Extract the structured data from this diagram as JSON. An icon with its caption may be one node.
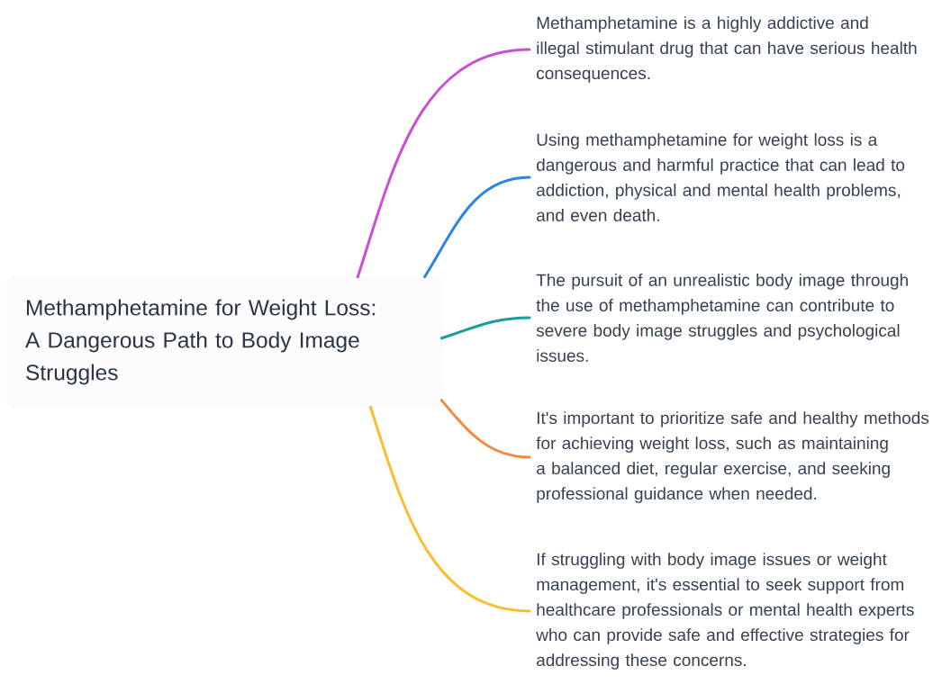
{
  "diagram": {
    "nodes": [
      {
        "text": [
          "Methamphetamine for Weight Loss: A Dangerous Path to Body Image Struggles"
        ]
      },
      {
        "text": [
          "Methamphetamine is a highly addictive and illegal stimulant drug that can have serious health consequences."
        ]
      },
      {
        "text": [
          "Using methamphetamine for weight loss is a dangerous and harmful practice that can lead to addiction, physical and mental health problems, and even death."
        ]
      },
      {
        "text": [
          "The pursuit of an unrealistic body image through the use of methamphetamine can contribute to severe body image struggles and psychological issues."
        ]
      },
      {
        "text": [
          "It's important to prioritize safe and healthy methods for achieving weight loss, such as maintaining a balanced diet, regular exercise, and seeking professional guidance when needed."
        ]
      },
      {
        "text": [
          "If struggling with body image issues or weight management, it's essential to seek support from healthcare professionals or mental health experts who can provide safe and effective strategies for addressing these concerns."
        ]
      }
    ],
    "edges": [
      {
        "from": 0,
        "to": 1,
        "arrow": "none",
        "color": "#c94fd6"
      },
      {
        "from": 0,
        "to": 2,
        "arrow": "none",
        "color": "#2a86e0"
      },
      {
        "from": 0,
        "to": 3,
        "arrow": "none",
        "color": "#17a09b"
      },
      {
        "from": 0,
        "to": 4,
        "arrow": "none",
        "color": "#f08a3c"
      },
      {
        "from": 0,
        "to": 5,
        "arrow": "none",
        "color": "#fbbd2c"
      }
    ]
  }
}
